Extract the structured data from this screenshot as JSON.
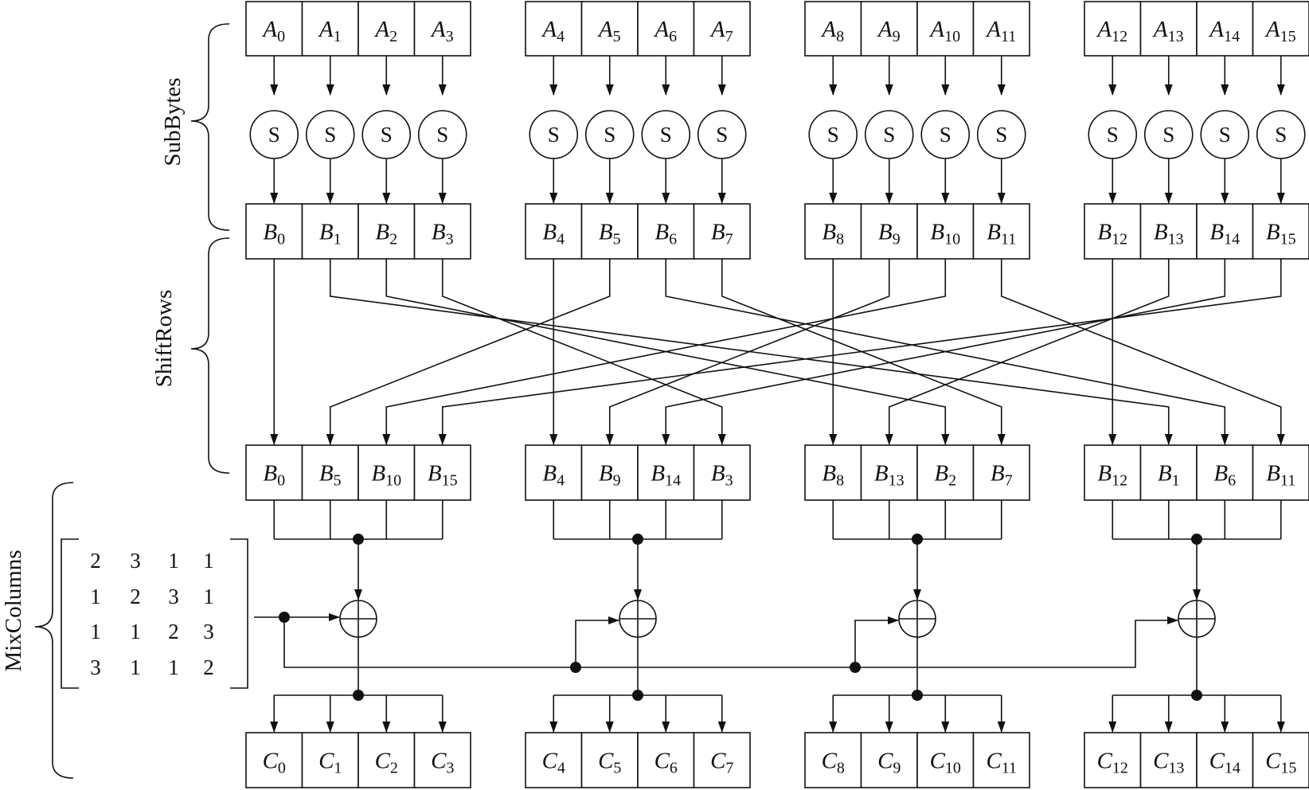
{
  "stages": {
    "subbytes": "SubBytes",
    "shiftrows": "ShiftRows",
    "mixcolumns": "MixColumns"
  },
  "rows": {
    "A": [
      "A|0",
      "A|1",
      "A|2",
      "A|3",
      "A|4",
      "A|5",
      "A|6",
      "A|7",
      "A|8",
      "A|9",
      "A|10",
      "A|11",
      "A|12",
      "A|13",
      "A|14",
      "A|15"
    ],
    "B": [
      "B|0",
      "B|1",
      "B|2",
      "B|3",
      "B|4",
      "B|5",
      "B|6",
      "B|7",
      "B|8",
      "B|9",
      "B|10",
      "B|11",
      "B|12",
      "B|13",
      "B|14",
      "B|15"
    ],
    "B2": [
      "B|0",
      "B|5",
      "B|10",
      "B|15",
      "B|4",
      "B|9",
      "B|14",
      "B|3",
      "B|8",
      "B|13",
      "B|2",
      "B|7",
      "B|12",
      "B|1",
      "B|6",
      "B|11"
    ],
    "C": [
      "C|0",
      "C|1",
      "C|2",
      "C|3",
      "C|4",
      "C|5",
      "C|6",
      "C|7",
      "C|8",
      "C|9",
      "C|10",
      "C|11",
      "C|12",
      "C|13",
      "C|14",
      "C|15"
    ]
  },
  "sbox_label": "S",
  "shiftrows_map": [
    0,
    5,
    10,
    15,
    4,
    9,
    14,
    3,
    8,
    13,
    2,
    7,
    12,
    1,
    6,
    11
  ],
  "mix_matrix": [
    [
      "2",
      "3",
      "1",
      "1"
    ],
    [
      "1",
      "2",
      "3",
      "1"
    ],
    [
      "1",
      "1",
      "2",
      "3"
    ],
    [
      "3",
      "1",
      "1",
      "2"
    ]
  ]
}
